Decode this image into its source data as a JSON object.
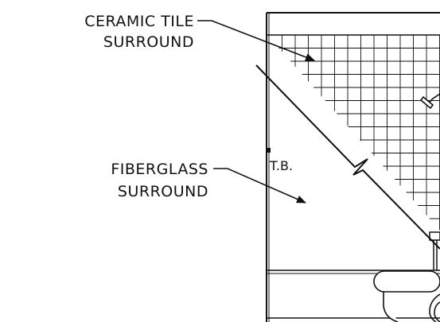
{
  "labels": {
    "ceramic_line1": "CERAMIC TILE",
    "ceramic_line2": "SURROUND",
    "fiberglass_line1": "FIBERGLASS",
    "fiberglass_line2": "SURROUND",
    "tb": "T.B."
  },
  "colors": {
    "ink": "#111111",
    "background": "#ffffff"
  }
}
